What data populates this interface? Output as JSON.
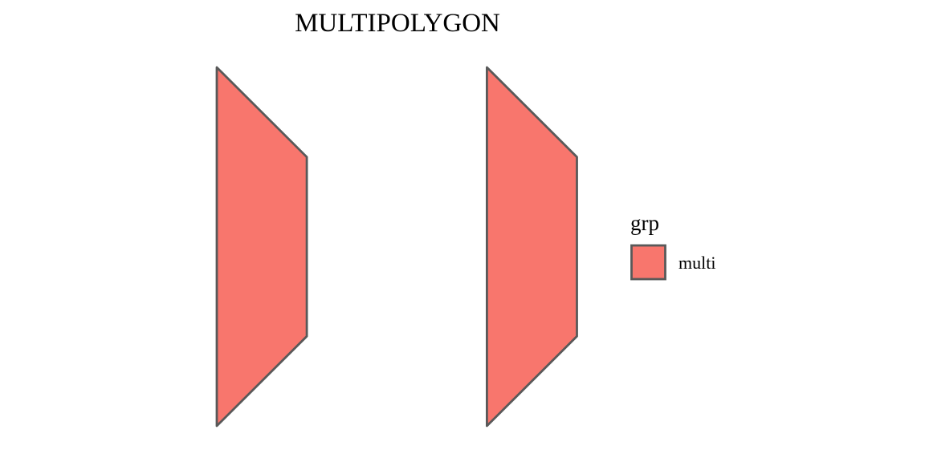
{
  "chart_data": {
    "type": "map",
    "title": "MULTIPOLYGON",
    "xlabel": "",
    "ylabel": "",
    "grid": false,
    "legend_placement": "right",
    "xlim": [
      0,
      4
    ],
    "ylim": [
      0,
      4
    ],
    "geometry_type": "MULTIPOLYGON",
    "features": [
      {
        "group": "multi",
        "polygons": [
          [
            [
              0,
              0
            ],
            [
              1,
              1
            ],
            [
              1,
              3
            ],
            [
              0,
              4
            ],
            [
              0,
              0
            ]
          ],
          [
            [
              3,
              0
            ],
            [
              4,
              1
            ],
            [
              4,
              3
            ],
            [
              3,
              4
            ],
            [
              3,
              0
            ]
          ]
        ]
      }
    ],
    "legend": {
      "title": "grp",
      "entries": [
        {
          "label": "multi",
          "color": "#F8766D"
        }
      ]
    },
    "colors": {
      "fill": "#F8766D",
      "stroke": "#595959",
      "background": "#FFFFFF"
    }
  }
}
